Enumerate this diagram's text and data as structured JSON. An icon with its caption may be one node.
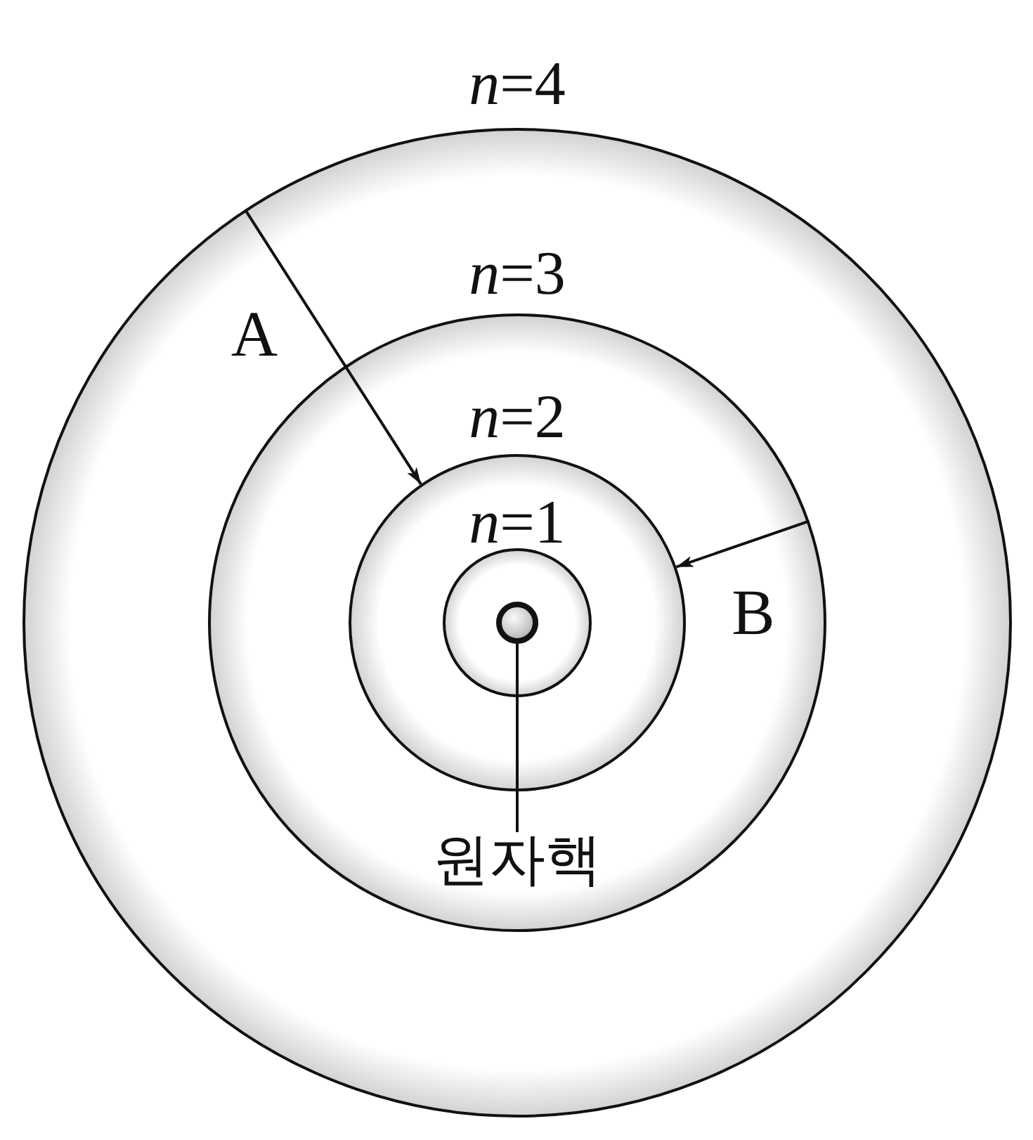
{
  "diagram": {
    "nodes": [
      {
        "text": [
          "*n*=4"
        ]
      },
      {
        "text": [
          "*n*=3"
        ],
        "in": 0
      },
      {
        "text": [
          "*n*=2"
        ],
        "in": 1
      },
      {
        "text": [
          "*n*=1"
        ],
        "in": 2
      },
      {
        "text": [],
        "shape": "circle",
        "in": 3
      },
      {
        "text": [
          "원자핵"
        ],
        "in": 1
      }
    ],
    "edges": [
      {
        "from": 0,
        "to": 2,
        "arrow": "to",
        "label": "A"
      },
      {
        "from": 1,
        "to": 2,
        "arrow": "to",
        "label": "B"
      },
      {
        "from": 5,
        "to": 4,
        "arrow": "none"
      }
    ]
  }
}
